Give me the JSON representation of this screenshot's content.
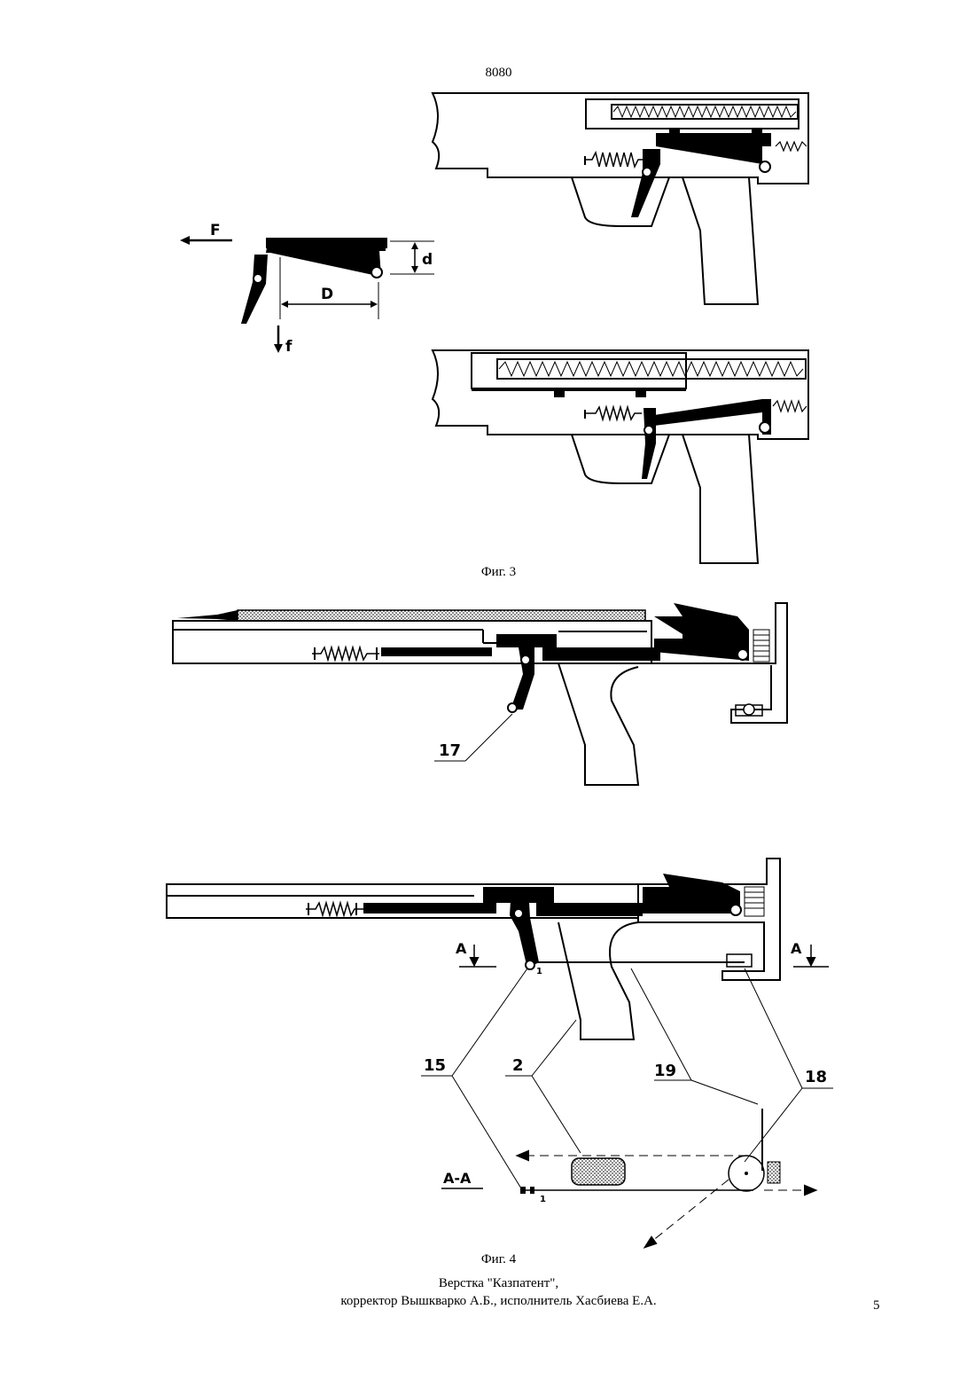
{
  "document": {
    "number": "8080",
    "captions": {
      "fig3": "Фиг. 3",
      "fig4": "Фиг. 4"
    },
    "footer": {
      "line1": "Верстка \"Казпатент\",",
      "line2": "корректор Вышкварко А.Б., исполнитель Хасбиева Е.А."
    },
    "page_number": "5"
  },
  "figure_labels": {
    "force_F": "F",
    "force_f": "f",
    "dim_d": "d",
    "dim_D": "D",
    "ref_17": "17",
    "ref_15": "15",
    "ref_2": "2",
    "ref_19": "19",
    "ref_18": "18",
    "section_A_left": "A",
    "section_A_right": "A",
    "section_AA": "A-A",
    "mark_1_top": "1",
    "mark_1_bottom": "1"
  }
}
